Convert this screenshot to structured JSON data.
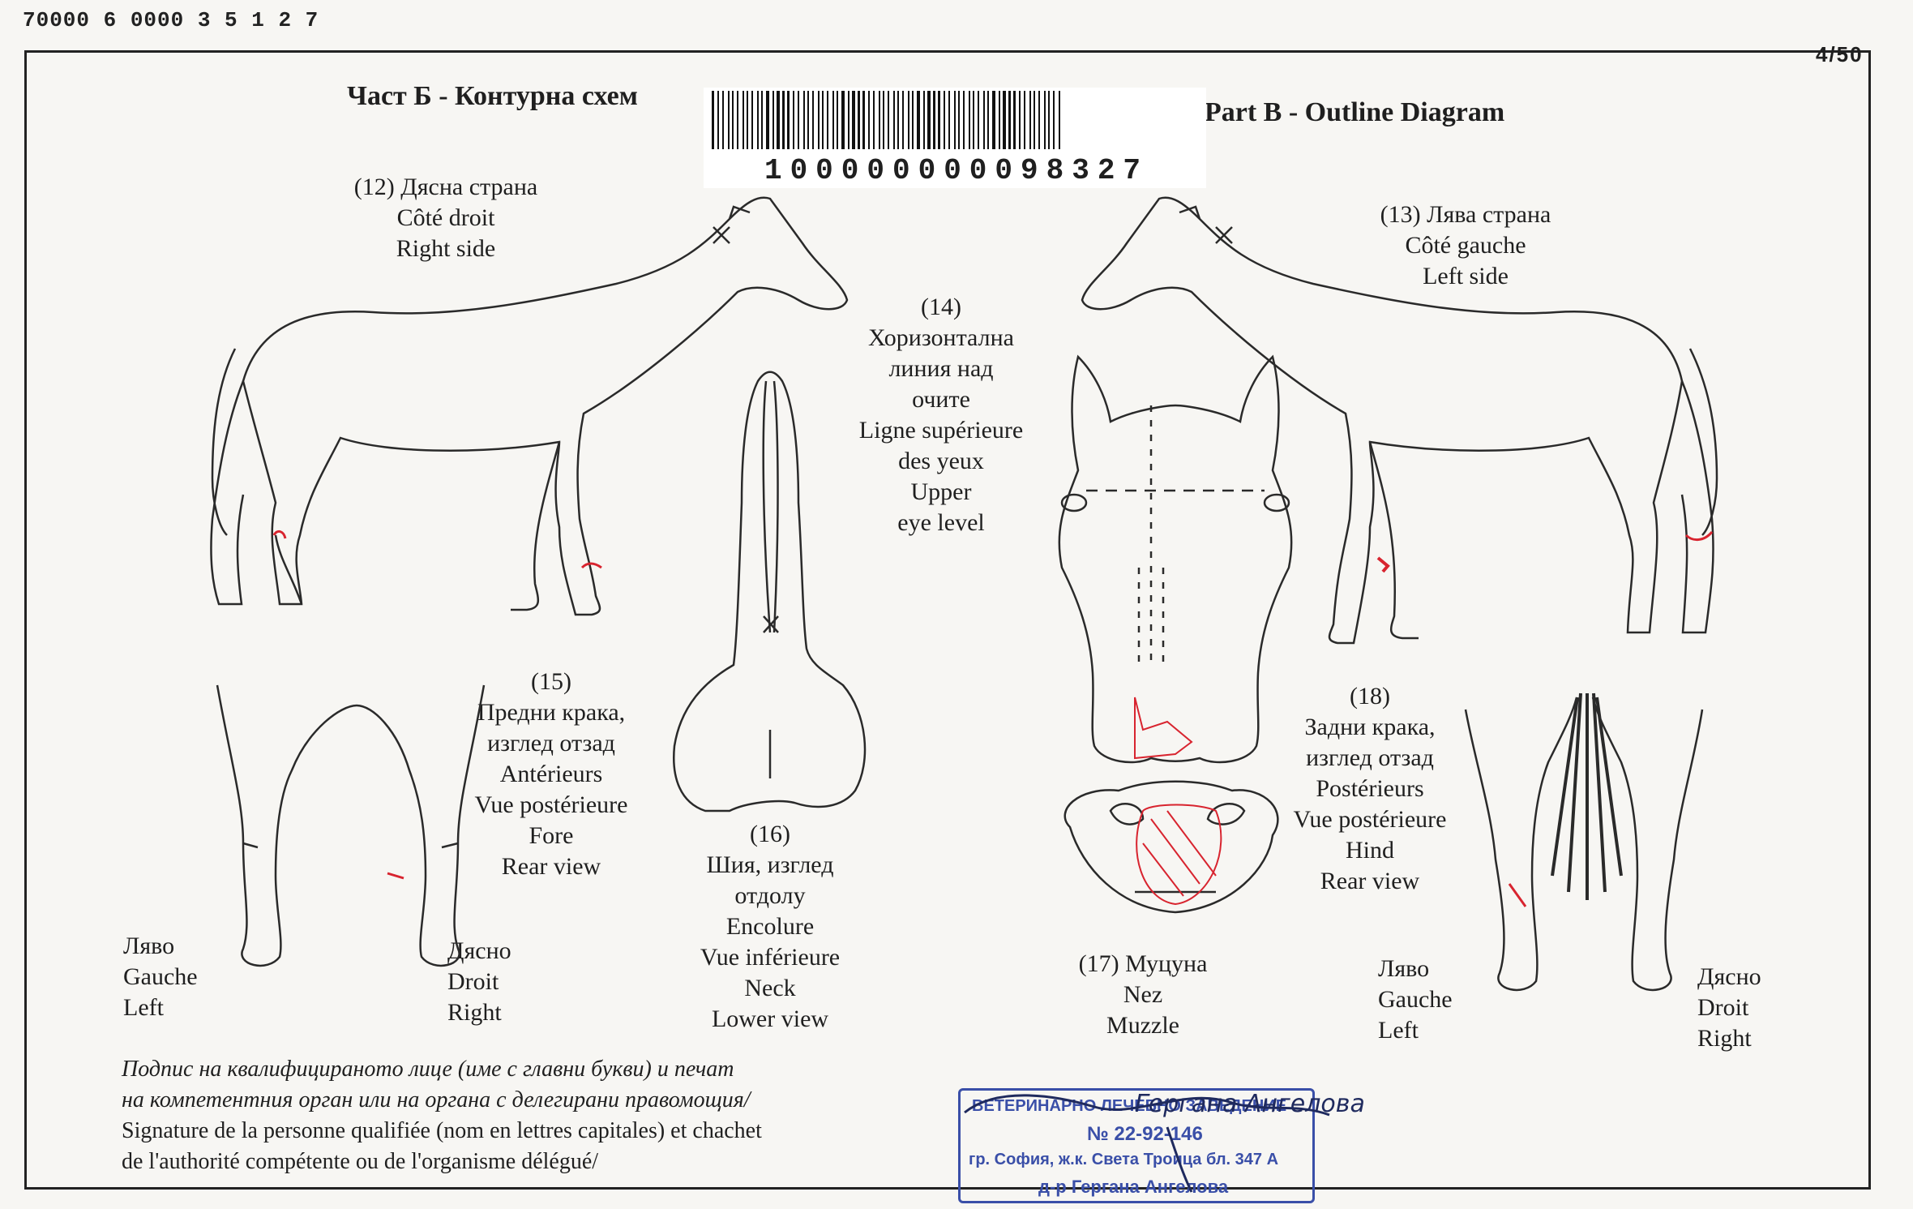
{
  "header": {
    "ref_number": "70000 6 0000 3 5 1 2 7",
    "page_number": "4/50",
    "title_bg": "Част Б - Контурна схем",
    "title_en": "Part B - Outline Diagram",
    "barcode_number": "100000000098327"
  },
  "views": {
    "right_side": {
      "num": "(12)",
      "bg": "Дясна страна",
      "fr": "Côté droit",
      "en": "Right side"
    },
    "left_side": {
      "num": "(13)",
      "bg": "Лява страна",
      "fr": "Côté gauche",
      "en": "Left side"
    },
    "eye_level": {
      "num": "(14)",
      "bg1": "Хоризонтална",
      "bg2": "линия над",
      "bg3": "очите",
      "fr1": "Ligne supérieure",
      "fr2": "des yeux",
      "en1": "Upper",
      "en2": "eye level"
    },
    "fore_legs": {
      "num": "(15)",
      "bg1": "Предни крака,",
      "bg2": "изглед отзад",
      "fr1": "Antérieurs",
      "fr2": "Vue postérieure",
      "en1": "Fore",
      "en2": "Rear view"
    },
    "neck": {
      "num": "(16)",
      "bg1": "Шия, изглед",
      "bg2": "отдолу",
      "fr1": "Encolure",
      "fr2": "Vue inférieure",
      "en1": "Neck",
      "en2": "Lower view"
    },
    "muzzle": {
      "num": "(17)",
      "bg": "Муцуна",
      "fr": "Nez",
      "en": "Muzzle"
    },
    "hind_legs": {
      "num": "(18)",
      "bg1": "Задни крака,",
      "bg2": "изглед отзад",
      "fr1": "Postérieurs",
      "fr2": "Vue postérieure",
      "en1": "Hind",
      "en2": "Rear view"
    }
  },
  "side_labels": {
    "fore_left": {
      "bg": "Ляво",
      "fr": "Gauche",
      "en": "Left"
    },
    "fore_right": {
      "bg": "Дясно",
      "fr": "Droit",
      "en": "Right"
    },
    "hind_left": {
      "bg": "Ляво",
      "fr": "Gauche",
      "en": "Left"
    },
    "hind_right": {
      "bg": "Дясно",
      "fr": "Droit",
      "en": "Right"
    }
  },
  "signature": {
    "line1": "Подпис на квалифицираното лице (име с главни букви) и печат",
    "line2": "на компетентния орган или на органа с делегирани правомощия/",
    "line3": "Signature de la personne qualifiée (nom en lettres capitales) et chachet",
    "line4": "de l'authorité compétente ou de l'organisme délégué/"
  },
  "stamp": {
    "line1": "ВЕТЕРИНАРНО ЛЕЧЕБНО ЗАВЕДЕНИЕ",
    "line2": "№ 22-92-146",
    "line3": "гр. София, ж.к. Света Троица бл. 347 А",
    "line4": "д-р Гергана Ангелова",
    "color": "#3a4fa8"
  },
  "handwritten_name": "Гергана Ангелова",
  "marking_color": "#d8242f"
}
